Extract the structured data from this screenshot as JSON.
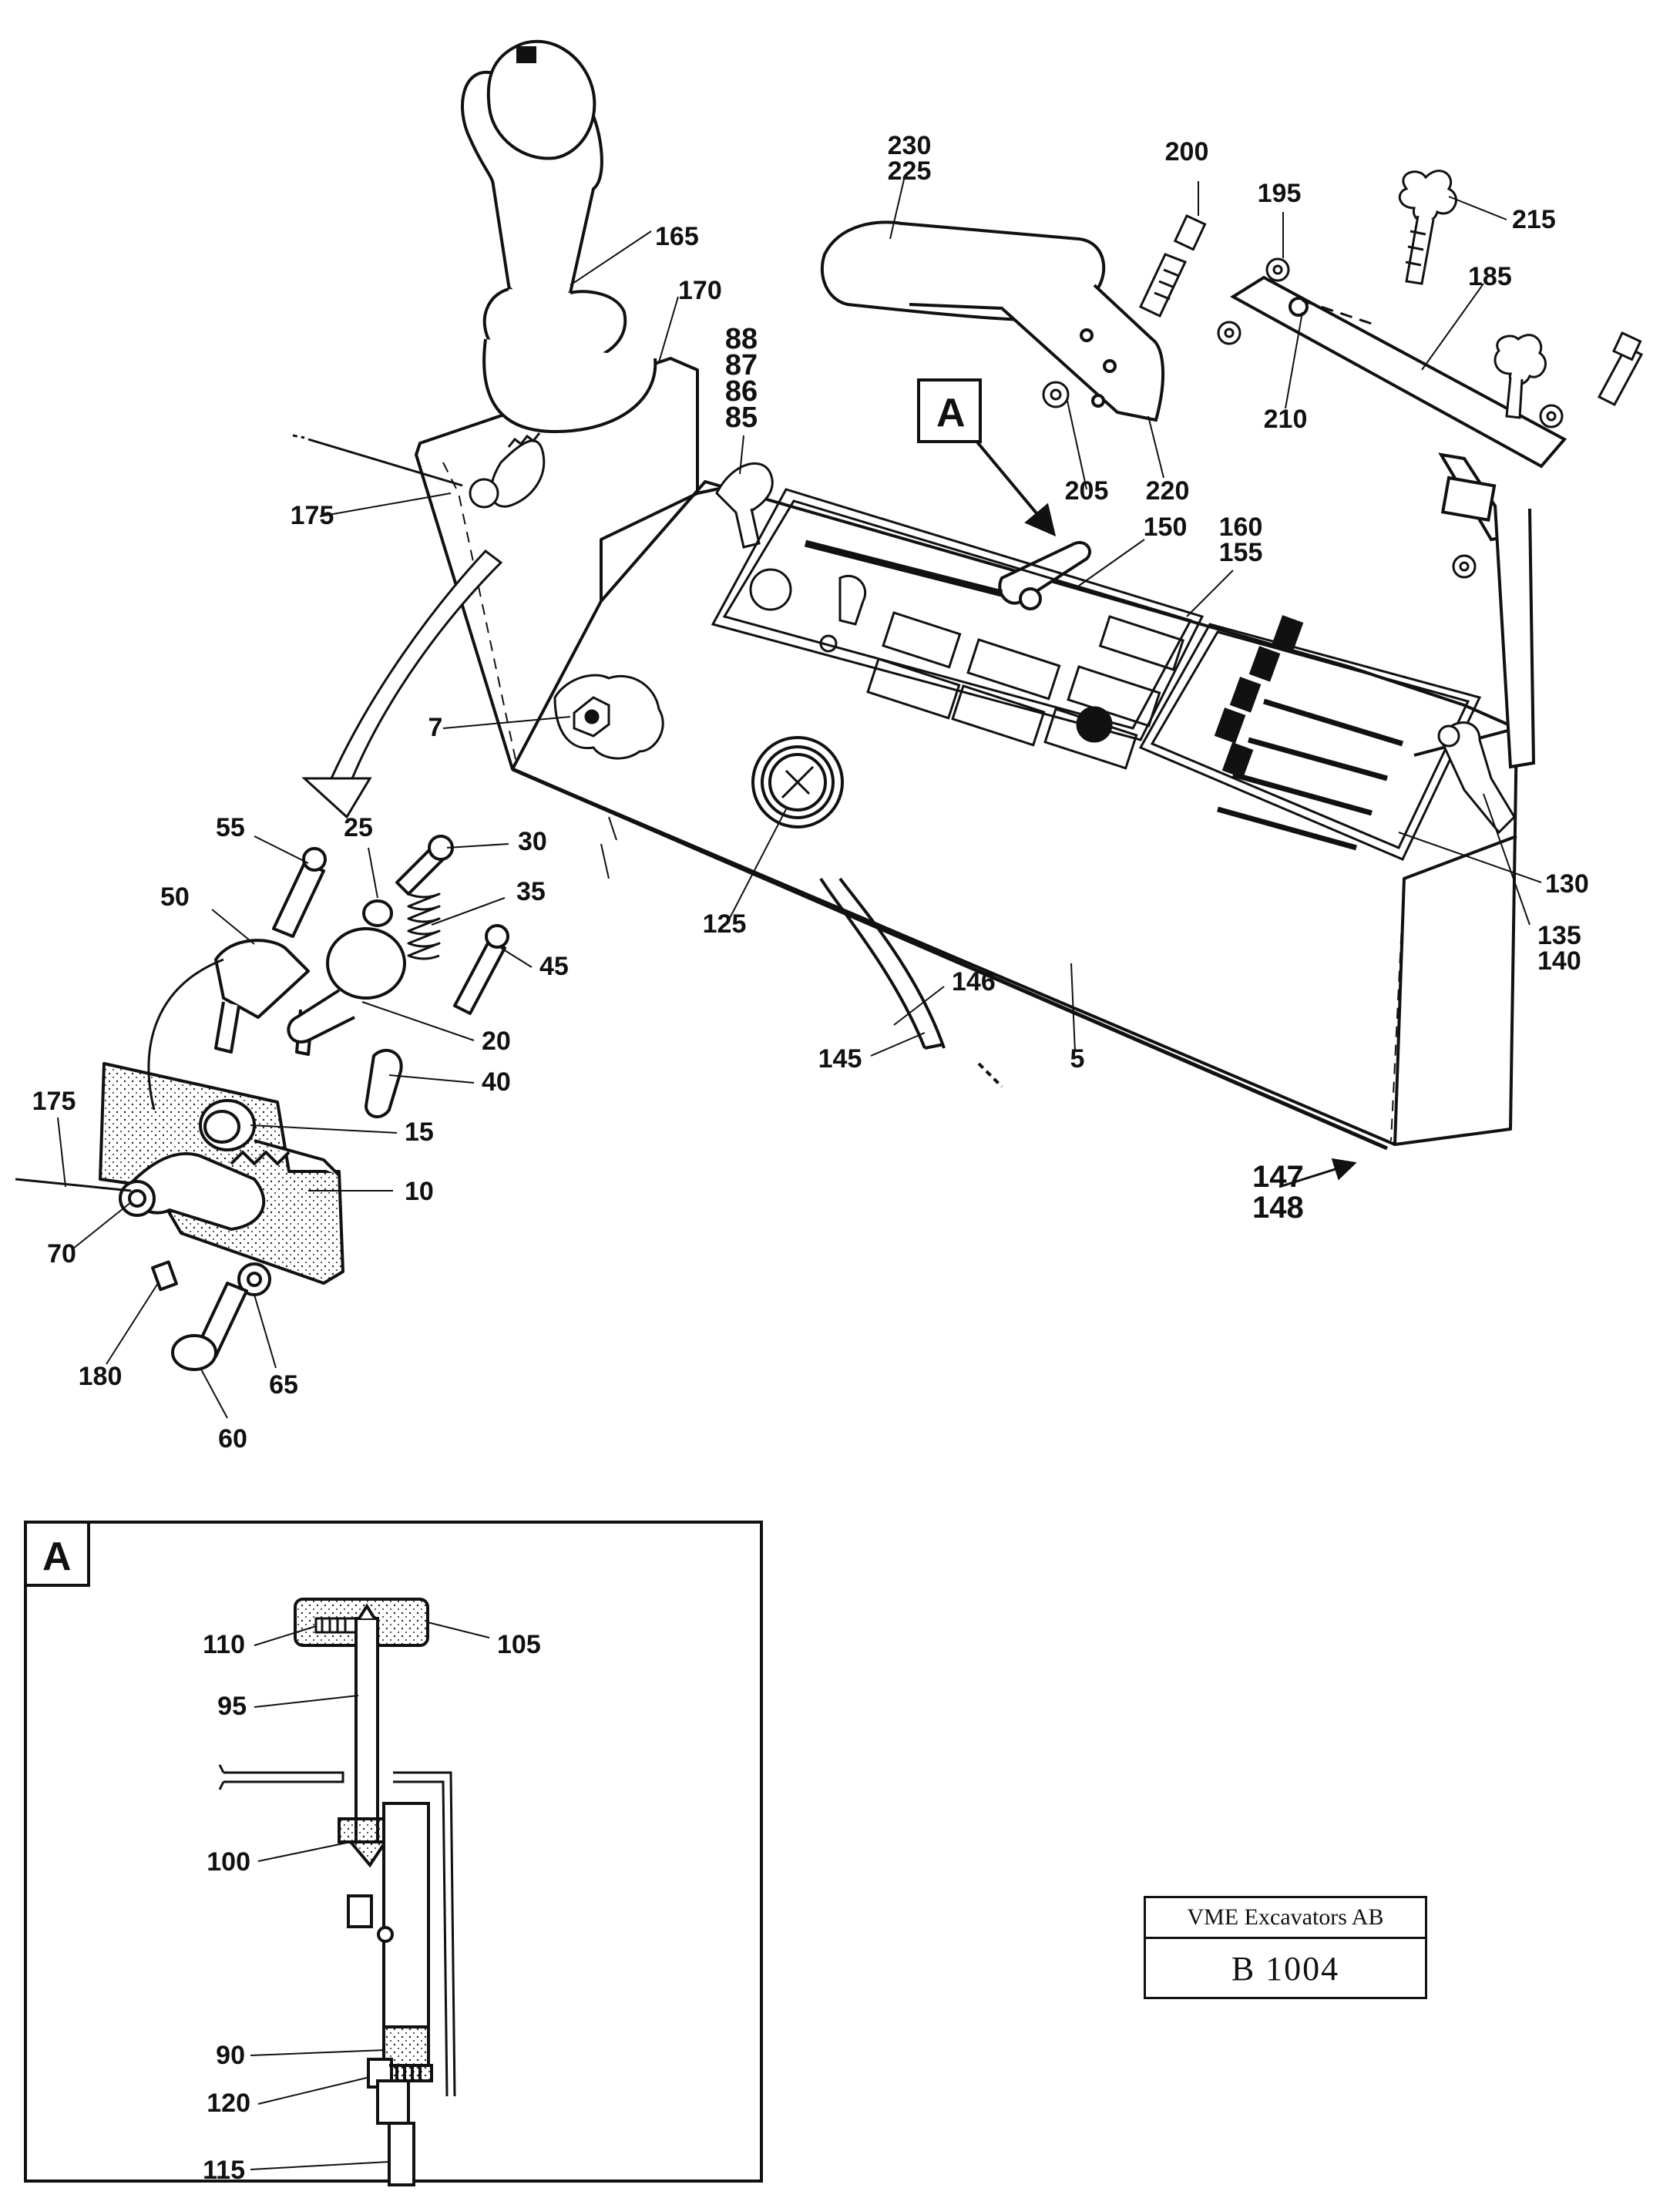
{
  "diagram": {
    "title_block": {
      "company": "VME Excavators AB",
      "code": "B 1004"
    },
    "detail_tags": {
      "main": "A",
      "inset": "A"
    },
    "callouts": {
      "c230": "230",
      "c225": "225",
      "c200": "200",
      "c195": "195",
      "c215": "215",
      "c185": "185",
      "c165": "165",
      "c170": "170",
      "c88": "88",
      "c87": "87",
      "c86": "86",
      "c85": "85",
      "c205": "205",
      "c220": "220",
      "c210": "210",
      "c175a": "175",
      "c150": "150",
      "c160": "160",
      "c155": "155",
      "c7": "7",
      "c55": "55",
      "c25": "25",
      "c30": "30",
      "c35": "35",
      "c50": "50",
      "c45": "45",
      "c20": "20",
      "c40": "40",
      "c125": "125",
      "c146": "146",
      "c145": "145",
      "c5": "5",
      "c130": "130",
      "c135": "135",
      "c140": "140",
      "c175b": "175",
      "c15": "15",
      "c10": "10",
      "c70": "70",
      "c180": "180",
      "c65": "65",
      "c60": "60",
      "c147": "147",
      "c148": "148",
      "c110": "110",
      "c105": "105",
      "c95": "95",
      "c100": "100",
      "c90": "90",
      "c120": "120",
      "c115": "115"
    }
  }
}
